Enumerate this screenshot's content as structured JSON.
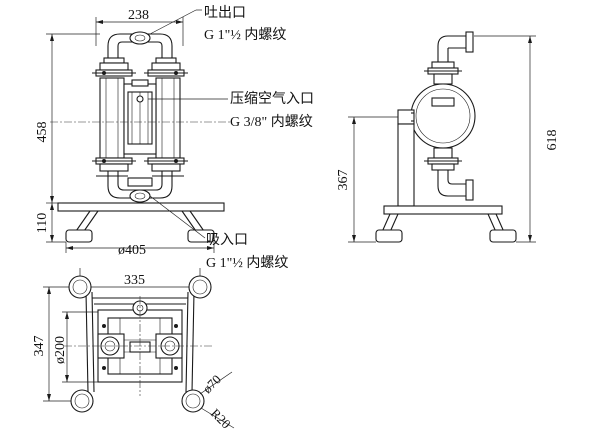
{
  "front_view": {
    "dim_width": "238",
    "dim_height": "458",
    "dim_base_height": "110",
    "dim_base_width": "ø405"
  },
  "callouts": {
    "outlet_name": "吐出口",
    "outlet_thread": "G 1\"½ 内螺纹",
    "air_inlet_name": "压缩空气入口",
    "air_inlet_thread": "G 3/8\" 内螺纹",
    "suction_name": "吸入口",
    "suction_thread": "G 1\"½ 内螺纹"
  },
  "side_view": {
    "dim_total_height": "618",
    "dim_inlet_height": "367"
  },
  "top_view": {
    "dim_width": "335",
    "dim_depth": "347",
    "dim_inner": "ø200",
    "dim_foot": "ø70",
    "dim_radius": "R20"
  }
}
